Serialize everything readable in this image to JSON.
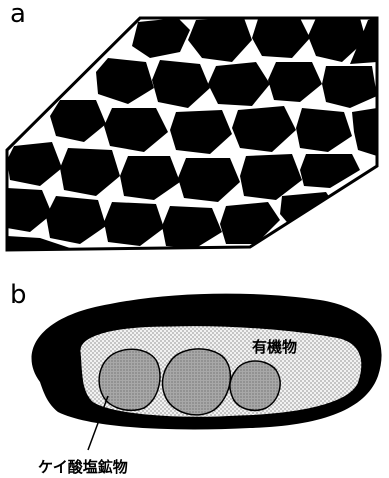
{
  "panels": {
    "a": {
      "label": "a"
    },
    "b": {
      "label": "b",
      "organic_label": "有機物",
      "mineral_label": "ケイ酸塩鉱物"
    }
  },
  "colors": {
    "ink": "#000000",
    "paper": "#ffffff",
    "organic_fill": "#e6e6e6",
    "mineral_fill": "#9a9a9a"
  }
}
